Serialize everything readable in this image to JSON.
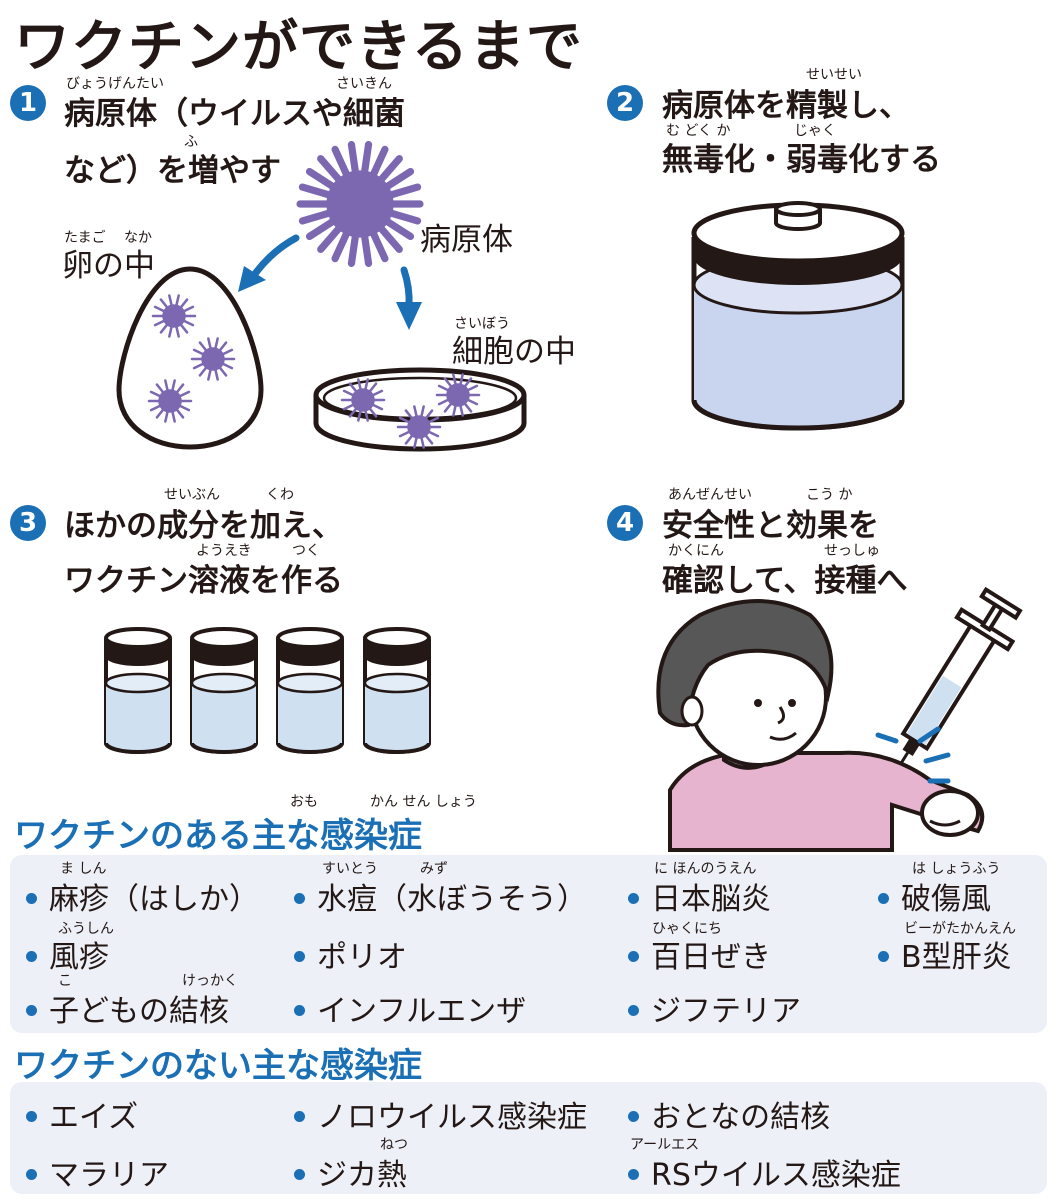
{
  "title": "ワクチンができるまで",
  "steps": [
    {
      "num": "1",
      "line1": "病原体（ウイルスや細菌",
      "line2": "など）を増やす",
      "ruby1": "びょうげんたい",
      "ruby2": "さいきん",
      "ruby3": "ふ"
    },
    {
      "num": "2",
      "line1": "病原体を精製し、",
      "line2": "無毒化・弱毒化する",
      "ruby1": "せいせい",
      "ruby2": "む どく か",
      "ruby3": "じゃく"
    },
    {
      "num": "3",
      "line1": "ほかの成分を加え、",
      "line2": "ワクチン溶液を作る",
      "ruby1": "せいぶん",
      "ruby2": "くわ",
      "ruby3": "ようえき",
      "ruby4": "つく"
    },
    {
      "num": "4",
      "line1": "安全性と効果を",
      "line2": "確認して、接種へ",
      "ruby1": "あんぜんせい",
      "ruby2": "こう か",
      "ruby3": "かくにん",
      "ruby4": "せっしゅ"
    }
  ],
  "illustration": {
    "pathogen_label": "病原体",
    "egg_label": "卵の中",
    "egg_ruby": "たまご　 なか",
    "cell_label": "細胞の中",
    "cell_ruby": "さいぼう"
  },
  "with_vaccine": {
    "title": "ワクチンのある主な感染症",
    "title_ruby1": "おも",
    "title_ruby2": "かん せん しょう",
    "items": [
      {
        "name": "麻疹（はしか）",
        "ruby": "ま しん"
      },
      {
        "name": "水痘（水ぼうそう）",
        "ruby": "すいとう　　　みず"
      },
      {
        "name": "日本脳炎",
        "ruby": "に ほんのうえん"
      },
      {
        "name": "破傷風",
        "ruby": "は しょうふう"
      },
      {
        "name": "風疹",
        "ruby": "ふうしん"
      },
      {
        "name": "ポリオ",
        "ruby": ""
      },
      {
        "name": "百日ぜき",
        "ruby": "ひゃくにち"
      },
      {
        "name": "B型肝炎",
        "ruby": "ビーがたかんえん"
      },
      {
        "name": "子どもの結核",
        "ruby1": "こ",
        "ruby2": "けっかく"
      },
      {
        "name": "インフルエンザ",
        "ruby": ""
      },
      {
        "name": "ジフテリア",
        "ruby": ""
      }
    ]
  },
  "without_vaccine": {
    "title": "ワクチンのない主な感染症",
    "items": [
      {
        "name": "エイズ",
        "ruby": ""
      },
      {
        "name": "ノロウイルス感染症",
        "ruby": ""
      },
      {
        "name": "おとなの結核",
        "ruby": ""
      },
      {
        "name": "マラリア",
        "ruby": ""
      },
      {
        "name": "ジカ熱",
        "ruby": "ねつ"
      },
      {
        "name": "RSウイルス感染症",
        "ruby": "アールエス"
      }
    ]
  },
  "colors": {
    "accent": "#1a6fb5",
    "virus": "#7b68b0",
    "liquid": "#c9d4ee",
    "vial_liquid": "#cfe0f1",
    "shirt": "#e6b4cf",
    "panel": "#eef0f7"
  }
}
